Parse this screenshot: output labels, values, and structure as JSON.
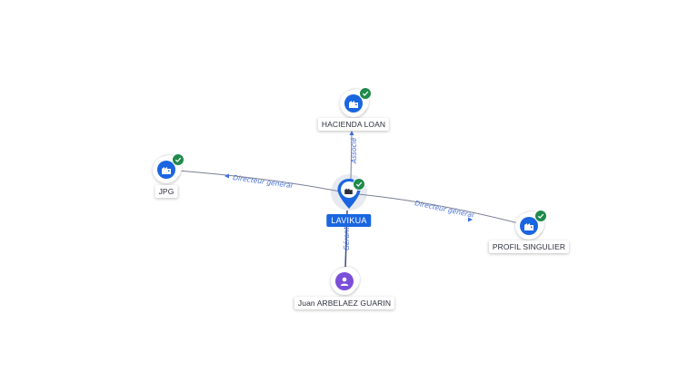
{
  "colors": {
    "company_accent": "#1a66e0",
    "person_accent": "#7b4fd9",
    "verified_green": "#1f8a4c",
    "edge_label": "#4a73d9"
  },
  "nodes": {
    "center": {
      "label": "LAVIKUA",
      "icon": "building-icon",
      "verified": true
    },
    "top": {
      "label": "HACIENDA LOAN",
      "icon": "building-icon",
      "verified": true
    },
    "left": {
      "label": "JPG",
      "icon": "building-icon",
      "verified": true
    },
    "right": {
      "label": "PROFIL SINGULIER",
      "icon": "building-icon",
      "verified": true
    },
    "bottom": {
      "label": "Juan ARBELAEZ GUARIN",
      "icon": "person-icon",
      "verified": false
    }
  },
  "edges": {
    "top": {
      "label": "Associé"
    },
    "left": {
      "label": "Directeur général"
    },
    "right": {
      "label": "Directeur général"
    },
    "bottom": {
      "label": "Gérant"
    }
  }
}
